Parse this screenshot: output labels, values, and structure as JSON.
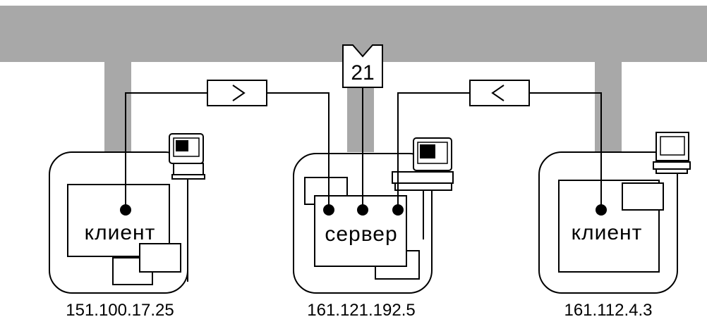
{
  "port": {
    "label": "21"
  },
  "hosts": [
    {
      "role": "клиент",
      "ip": "151.100.17.25"
    },
    {
      "role": "сервер",
      "ip": "161.121.192.5"
    },
    {
      "role": "клиент",
      "ip": "161.112.4.3"
    }
  ],
  "colors": {
    "network": "#a8a8a8",
    "line": "#000000",
    "background": "#ffffff"
  }
}
